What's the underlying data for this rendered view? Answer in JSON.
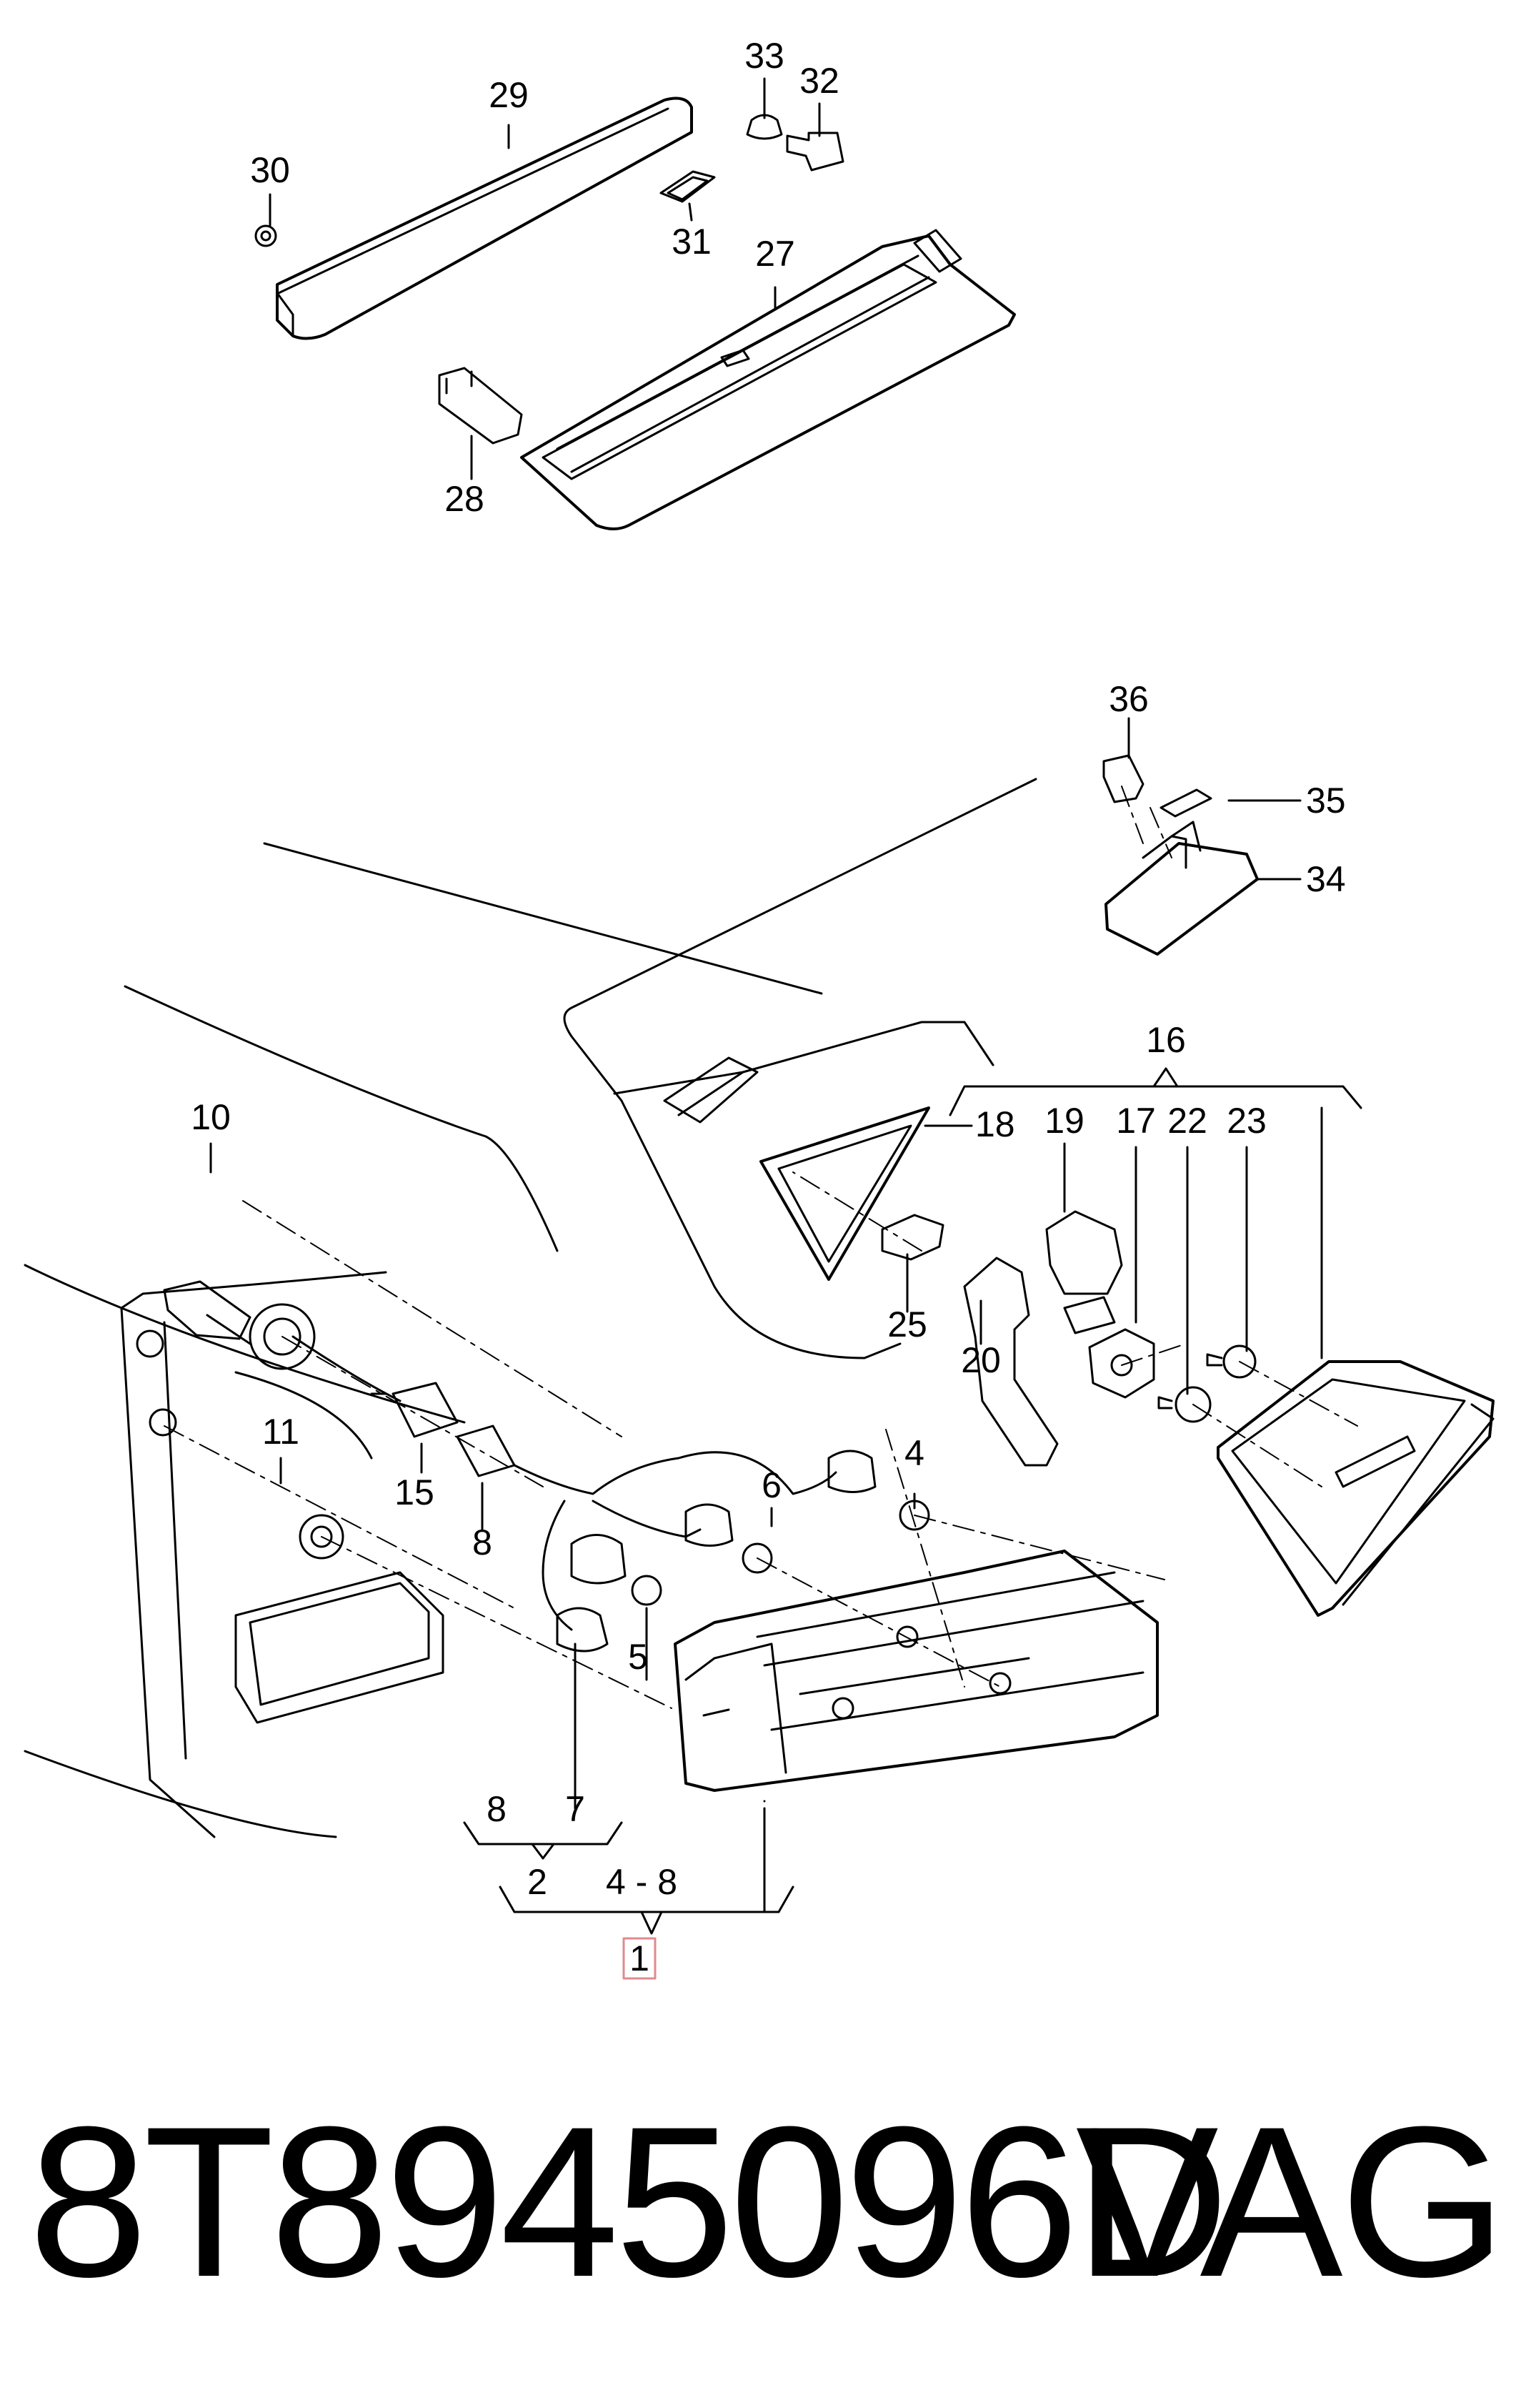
{
  "diagram": {
    "callouts": [
      {
        "id": "c29",
        "label": "29"
      },
      {
        "id": "c30",
        "label": "30"
      },
      {
        "id": "c33",
        "label": "33"
      },
      {
        "id": "c32",
        "label": "32"
      },
      {
        "id": "c31",
        "label": "31"
      },
      {
        "id": "c27",
        "label": "27"
      },
      {
        "id": "c28",
        "label": "28"
      },
      {
        "id": "c36",
        "label": "36"
      },
      {
        "id": "c35",
        "label": "35"
      },
      {
        "id": "c34",
        "label": "34"
      },
      {
        "id": "c16",
        "label": "16"
      },
      {
        "id": "c18",
        "label": "18"
      },
      {
        "id": "c19",
        "label": "19"
      },
      {
        "id": "c17",
        "label": "17"
      },
      {
        "id": "c22",
        "label": "22"
      },
      {
        "id": "c23",
        "label": "23"
      },
      {
        "id": "c25",
        "label": "25"
      },
      {
        "id": "c20",
        "label": "20"
      },
      {
        "id": "c10",
        "label": "10"
      },
      {
        "id": "c11",
        "label": "11"
      },
      {
        "id": "c15",
        "label": "15"
      },
      {
        "id": "c8a",
        "label": "8"
      },
      {
        "id": "c6",
        "label": "6"
      },
      {
        "id": "c4",
        "label": "4"
      },
      {
        "id": "c5",
        "label": "5"
      },
      {
        "id": "c8b",
        "label": "8"
      },
      {
        "id": "c7",
        "label": "7"
      },
      {
        "id": "c2",
        "label": "2"
      },
      {
        "id": "c48",
        "label": "4 - 8"
      },
      {
        "id": "c1",
        "label": "1"
      }
    ]
  },
  "footer": {
    "part_number": "8T8945096D",
    "brand": "VAG"
  },
  "colors": {
    "ink": "#000000",
    "highlight": "#e08a8f",
    "background": "#ffffff"
  }
}
